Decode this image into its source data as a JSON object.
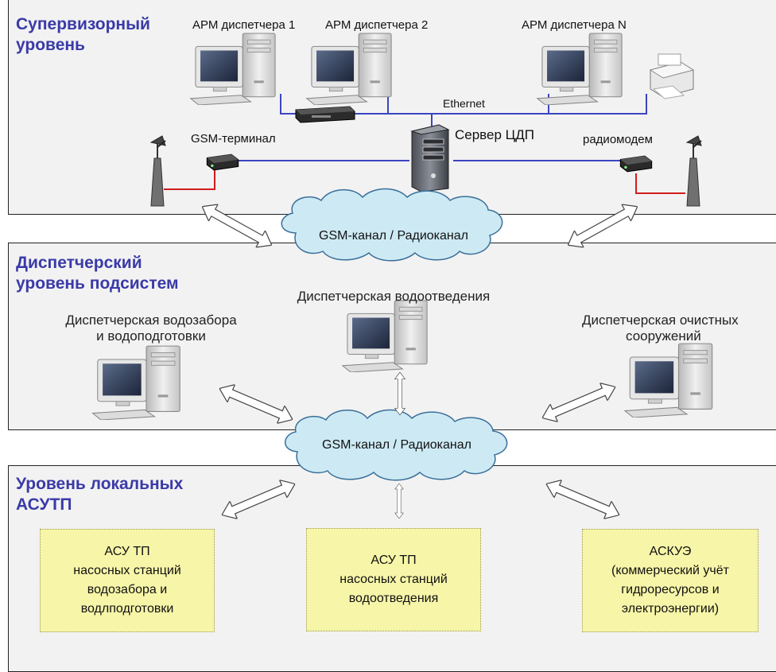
{
  "colors": {
    "level_title": "#3a3aa8",
    "network_line": "#3b45c0",
    "radio_line": "#d21c1c",
    "cloud_fill": "#cdeaf4",
    "box_fill": "#f7f5a8",
    "panel_fill": "#f2f2f2"
  },
  "supervisory": {
    "title_line1": "Супервизорный",
    "title_line2": "уровень",
    "workstations": [
      "АРМ диспетчера 1",
      "АРМ диспетчера 2",
      "АРМ диспетчера N"
    ],
    "ethernet_label": "Ethernet",
    "server_label": "Сервер ЦДП",
    "gsm_terminal_label": "GSM-терминал",
    "radiomodem_label": "радиомодем",
    "icons": [
      "desktop-pc-icon",
      "printer-icon",
      "network-switch-icon",
      "server-tower-icon",
      "gsm-terminal-icon",
      "radiomodem-icon",
      "antenna-tower-icon"
    ]
  },
  "channel_upper": {
    "label": "GSM-канал / Радиоканал"
  },
  "dispatch": {
    "title_line1": "Диспетчерский",
    "title_line2": "уровень подсистем",
    "water_intake_line1": "Диспетчерская водозабора",
    "water_intake_line2": "и водоподготовки",
    "wastewater": "Диспетчерская водоотведения",
    "treatment_line1": "Диспетчерская очистных",
    "treatment_line2": "сооружений"
  },
  "channel_lower": {
    "label": "GSM-канал / Радиоканал"
  },
  "local": {
    "title_line1": "Уровень локальных",
    "title_line2": "АСУТП",
    "box1": [
      "АСУ ТП",
      "насосных станций",
      "водозабора и",
      "водлподготовки"
    ],
    "box2": [
      "АСУ ТП",
      "насосных станций",
      "водоотведения"
    ],
    "box3": [
      "АСКУЭ",
      "(коммерческий учёт",
      "гидроресурсов и",
      "электроэнергии)"
    ]
  }
}
